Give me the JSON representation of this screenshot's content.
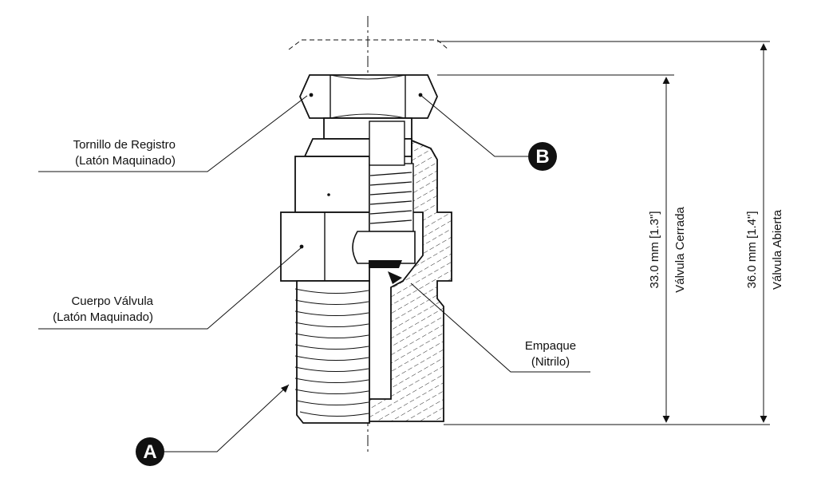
{
  "labels": {
    "bonnet_line1": "Tornillo de Registro",
    "bonnet_line2": "(Latón Maquinado)",
    "body_line1": "Cuerpo Válvula",
    "body_line2": "(Latón Maquinado)",
    "gasket_line1": "Empaque",
    "gasket_line2": "(Nitrilo)"
  },
  "callouts": {
    "a": "A",
    "b": "B"
  },
  "dimensions": {
    "closed_value": "33.0 mm [1.3\"]",
    "closed_label": "Válvula Cerrada",
    "open_value": "36.0 mm [1.4\"]",
    "open_label": "Válvula Abierta"
  }
}
